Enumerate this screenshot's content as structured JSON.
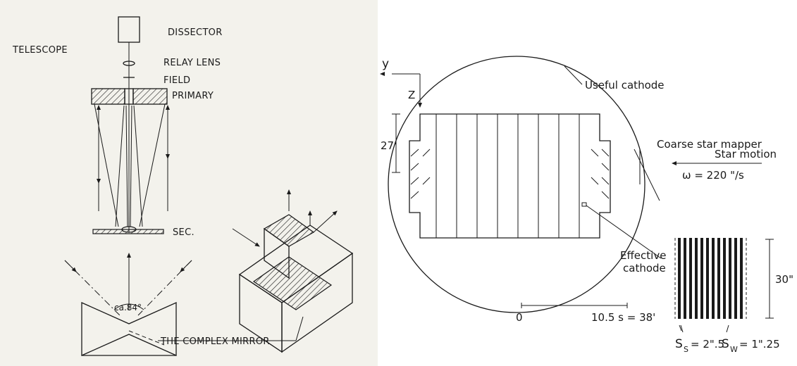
{
  "left_diagram": {
    "labels": {
      "telescope": "TELESCOPE",
      "dissector": "DISSECTOR",
      "relay_lens": "RELAY LENS",
      "field": "FIELD",
      "primary": "PRIMARY",
      "sec": "SEC.",
      "angle": "ca.84°",
      "complex_mirror": "THE COMPLEX MIRROR"
    }
  },
  "right_diagram": {
    "labels": {
      "axis_y": "y",
      "axis_z": "Z",
      "useful_cathode": "Useful cathode",
      "coarse_star_mapper": "Coarse star mapper",
      "star_motion": "Star motion",
      "omega": "ω = 220 \"/s",
      "dim_27": "27'",
      "effective_cathode_line1": "Effective",
      "effective_cathode_line2": "cathode",
      "dim_30": "30\"",
      "scale_zero": "0",
      "scale_end": "10.5 s = 38'",
      "ss_label": "S",
      "ss_sub": "S",
      "ss_value": "= 2\".5",
      "sw_label": "S",
      "sw_sub": "W",
      "sw_value": "= 1\".25"
    }
  }
}
